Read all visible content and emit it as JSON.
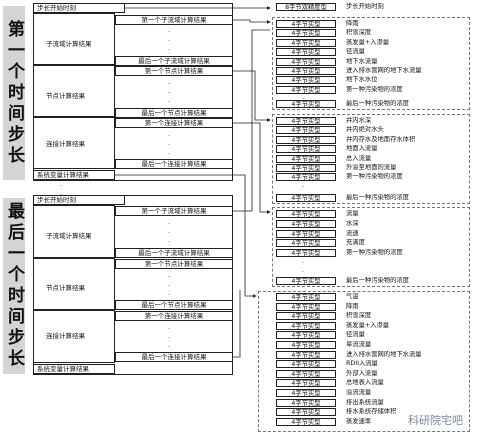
{
  "side_labels": {
    "first": "第一个时间步长",
    "last": "最后一个时间步长"
  },
  "left_column": {
    "first_block": {
      "start": "步长开始时刻",
      "sections": [
        {
          "label": "子流域计算结果",
          "first": "第一个子流域计算结果",
          "last": "最后一个子流域计算结果"
        },
        {
          "label": "节点计算结果",
          "first": "第一个节点计算结果",
          "last": "最后一个节点计算结果"
        },
        {
          "label": "连接计算结果",
          "first": "第一个连接计算结果",
          "last": "最后一个连接计算结果"
        }
      ],
      "end": "系统变量计算结果"
    },
    "last_block": {
      "start": "步长开始时刻",
      "sections": [
        {
          "label": "子流域计算结果",
          "first": "第一个子流域计算结果",
          "last": "最后一个子流域计算结果"
        },
        {
          "label": "节点计算结果",
          "first": "第一个节点计算结果",
          "last": "最后一个节点计算结果"
        },
        {
          "label": "连接计算结果",
          "first": "第一个连接计算结果",
          "last": "最后一个连接计算结果"
        }
      ],
      "end": "系统变量计算结果"
    }
  },
  "right_top": {
    "node": "8字节双精度型",
    "desc": "步长开始时刻"
  },
  "node_label": "4字节实型",
  "groups": {
    "subcatchment": [
      "降雨",
      "积雪深度",
      "蒸发量+入渗量",
      "径流量",
      "地下水流量",
      "进入排水管网的地下水流量",
      "地下水水位",
      "第一种污染物的浓度"
    ],
    "subcatchment_last": "最后一种污染物的浓度",
    "node": [
      "井内水深",
      "井内绝对水头",
      "井内存水及地面存水体积",
      "地面入流量",
      "总入流量",
      "外溢至地面的流量",
      "第一种污染物的浓度"
    ],
    "node_last": "最后一种污染物的浓度",
    "link": [
      "流量",
      "水深",
      "流速",
      "充满度",
      "第一种污染物的浓度"
    ],
    "link_last": "最后一种污染物的浓度",
    "system": [
      "气温",
      "降雨",
      "积雪深度",
      "蒸发量+入渗量",
      "径流量",
      "旱流流量",
      "进入排水管网的地下水流量",
      "RDII入流量",
      "外部入流量",
      "总地表入流量",
      "溢流流量",
      "排出系统流量",
      "排水系统存储体积",
      "蒸发速率"
    ]
  },
  "watermark": "科研院宅吧"
}
